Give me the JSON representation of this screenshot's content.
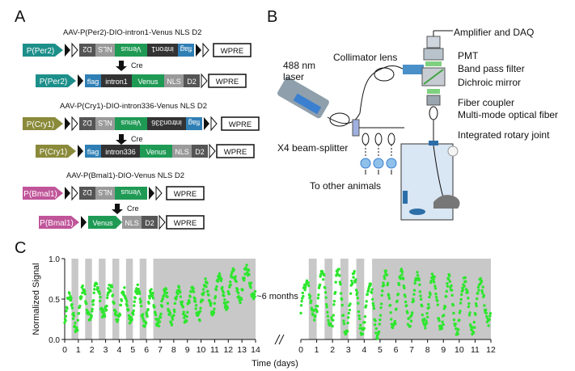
{
  "panels": {
    "a": "A",
    "b": "B",
    "c": "C"
  },
  "panel_a": {
    "cre": "Cre",
    "constructs": [
      {
        "title": "AAV-P(Per2)-DIO-intron1-Venus NLS D2",
        "promoter": "P(Per2)",
        "promoter_color": "#1d8f8a",
        "before": [
          "D2",
          "NLS",
          "Venus",
          "intron1",
          "flag"
        ],
        "after": [
          "flag",
          "intron1",
          "Venus",
          "NLS",
          "D2"
        ],
        "wpre": "WPRE"
      },
      {
        "title": "AAV-P(Cry1)-DIO-intron336-Venus NLS D2",
        "promoter": "P(Cry1)",
        "promoter_color": "#8a8a3a",
        "before": [
          "D2",
          "NLS",
          "Venus",
          "intron336",
          "flag"
        ],
        "after": [
          "flag",
          "intron336",
          "Venus",
          "NLS",
          "D2"
        ],
        "wpre": "WPRE"
      },
      {
        "title": "AAV-P(Bmal1)-DIO-Venus NLS D2",
        "promoter": "P(Bmal1)",
        "promoter_color": "#c0559a",
        "before": [
          "D2",
          "NLS",
          "Venus"
        ],
        "after": [
          "Venus",
          "NLS",
          "D2"
        ],
        "wpre": "WPRE"
      }
    ]
  },
  "panel_b": {
    "laser": "488 nm\nlaser",
    "collimator": "Collimator lens",
    "amplifier": "Amplifier and DAQ",
    "pmt": "PMT",
    "bandpass": "Band pass filter",
    "dichroic": "Dichroic mirror",
    "coupler": "Fiber coupler",
    "fiber": "Multi-mode optical fiber",
    "rotary": "Integrated rotary joint",
    "splitter": "X4 beam-splitter",
    "other": "To other animals"
  },
  "chart_data": {
    "type": "scatter",
    "ylabel": "Normalized Signal",
    "xlabel": "Time (days)",
    "gap_label": "~6 months",
    "ylim": [
      0.0,
      1.0
    ],
    "yticks": [
      "0.0",
      "0.5",
      "1.0"
    ],
    "segments": [
      {
        "xlim": [
          0,
          14
        ],
        "xticks": [
          0,
          1,
          2,
          3,
          4,
          5,
          6,
          7,
          8,
          9,
          10,
          11,
          12,
          13,
          14
        ],
        "dark_periods": [
          [
            0.5,
            1
          ],
          [
            1.5,
            2
          ],
          [
            2.5,
            3
          ],
          [
            3.5,
            4
          ],
          [
            4.5,
            5
          ],
          [
            5.5,
            6
          ],
          [
            6.5,
            14
          ]
        ],
        "period": 1.0,
        "peaks_y": [
          0.55,
          0.62,
          0.68,
          0.66,
          0.6,
          0.62,
          0.58,
          0.6,
          0.62,
          0.64,
          0.7,
          0.78,
          0.82,
          0.88
        ],
        "troughs_y": [
          0.12,
          0.25,
          0.3,
          0.28,
          0.22,
          0.2,
          0.2,
          0.22,
          0.25,
          0.28,
          0.35,
          0.42,
          0.5,
          0.55
        ]
      },
      {
        "xlim": [
          0,
          12
        ],
        "xticks": [
          0,
          1,
          2,
          3,
          4,
          5,
          6,
          7,
          8,
          9,
          10,
          11,
          12
        ],
        "dark_periods": [
          [
            0.5,
            1
          ],
          [
            1.5,
            2
          ],
          [
            2.5,
            3
          ],
          [
            3.5,
            4
          ],
          [
            4.5,
            12
          ]
        ],
        "period": 1.0,
        "peaks_y": [
          0.7,
          0.82,
          0.85,
          0.8,
          0.7,
          0.8,
          0.82,
          0.8,
          0.78,
          0.75,
          0.72,
          0.7
        ],
        "troughs_y": [
          0.3,
          0.2,
          0.05,
          0.1,
          0.05,
          0.15,
          0.2,
          0.18,
          0.15,
          0.1,
          0.12,
          0.2
        ]
      }
    ],
    "point_color": "#2ee62e",
    "shade_color": "#c8c8c8"
  }
}
